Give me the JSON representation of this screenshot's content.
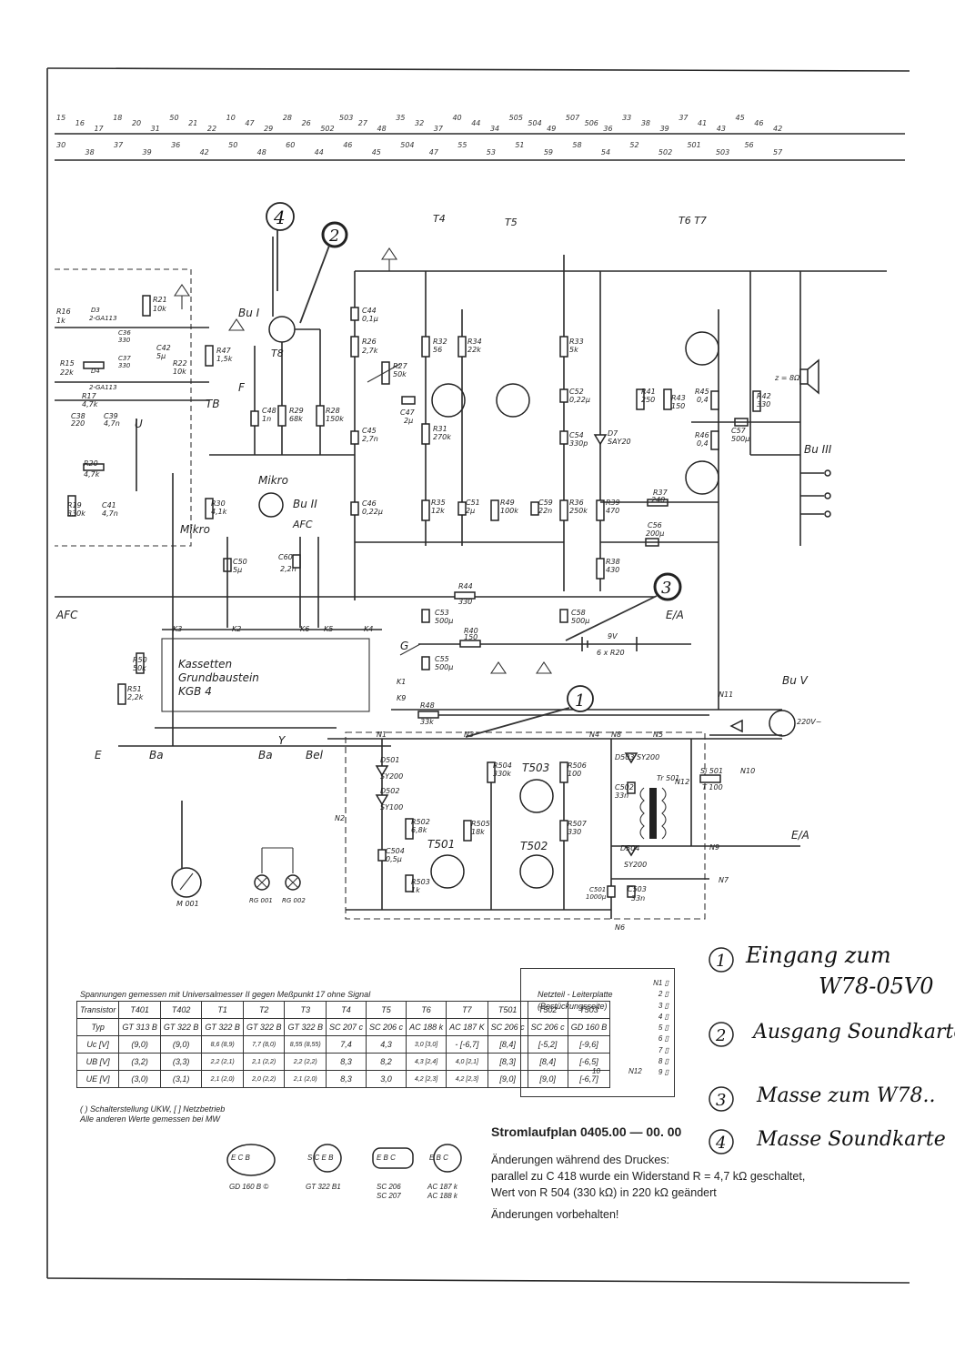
{
  "top_bus": {
    "upper": [
      "15",
      "16",
      "17",
      "18",
      "20",
      "31",
      "50",
      "21",
      "22",
      "10",
      "47",
      "29",
      "28",
      "26",
      "502",
      "503",
      "27",
      "48",
      "35",
      "32",
      "37",
      "40",
      "44",
      "34",
      "505",
      "504",
      "49",
      "507",
      "506",
      "36",
      "33",
      "38",
      "39",
      "37",
      "41",
      "43",
      "45",
      "46",
      "42"
    ],
    "lower": [
      "30",
      "38",
      "37",
      "39",
      "36",
      "42",
      "50",
      "48",
      "60",
      "44",
      "46",
      "45",
      "504",
      "47",
      "55",
      "53",
      "51",
      "59",
      "58",
      "54",
      "52",
      "502",
      "501",
      "503",
      "56",
      "57"
    ]
  },
  "labels": {
    "bu1": "Bu I",
    "bu2": "Bu II",
    "bu3": "Bu III",
    "bu5": "Bu V",
    "t4": "T4",
    "t5": "T5",
    "t6t7": "T6 T7",
    "t8": "T8",
    "tb": "TB",
    "mikro": "Mikro",
    "mikro2": "Mikro",
    "afc": "AFC",
    "afc2": "AFC",
    "ea": "E/A",
    "ea2": "E/A",
    "g": "G",
    "u": "U",
    "e": "E",
    "ba": "Ba",
    "ba2": "Ba",
    "bel": "Bel",
    "f": "F",
    "y": "Y",
    "kgb": [
      "Kassetten",
      "Grundbaustein",
      "KGB 4"
    ],
    "t501": "T501",
    "t502": "T502",
    "t503": "T503",
    "tr501": "Tr 501",
    "si501": "Si 501",
    "si501v": "T 100",
    "v220": "220V~",
    "m001": "M 001",
    "rg001": "RG 001",
    "rg002": "RG 002",
    "speaker": "z = 8Ω",
    "battery": "9V",
    "battery2": "6 x R20",
    "k_labels": [
      "K3",
      "K2",
      "K6",
      "K5",
      "K4",
      "K1",
      "K9"
    ],
    "n_labels": [
      "N1",
      "N8",
      "N5",
      "N4",
      "N3",
      "N2",
      "N6",
      "N7",
      "N9",
      "N10",
      "N11",
      "N12"
    ]
  },
  "components": {
    "r21": [
      "R21",
      "10k"
    ],
    "r16": [
      "R16",
      "1k"
    ],
    "d3": [
      "D3",
      "2-GA113"
    ],
    "c36": [
      "C36",
      "330"
    ],
    "c37": [
      "C37",
      "330"
    ],
    "c42": [
      "C42",
      "5μ"
    ],
    "r22": [
      "R22",
      "10k"
    ],
    "r15": [
      "R15",
      "22k"
    ],
    "d4": [
      "D4",
      "2-GA113"
    ],
    "r17": [
      "R17",
      "4,7k"
    ],
    "c38": [
      "C38",
      "220"
    ],
    "c39": [
      "C39",
      "4,7n"
    ],
    "r20": [
      "R20",
      "4,7k"
    ],
    "r19": [
      "R19",
      "330k"
    ],
    "c41": [
      "C41",
      "4,7n"
    ],
    "r47": [
      "R47",
      "1,5k"
    ],
    "c48": [
      "C48",
      "1n"
    ],
    "r29": [
      "R29",
      "68k"
    ],
    "r28": [
      "R28",
      "150k"
    ],
    "c44": [
      "C44",
      "0,1μ"
    ],
    "r26": [
      "R26",
      "2,7k"
    ],
    "r27": [
      "R27",
      "50k"
    ],
    "c45": [
      "C45",
      "2,7n"
    ],
    "c47": [
      "C47",
      "2μ"
    ],
    "c46": [
      "C46",
      "0,22μ"
    ],
    "r32": [
      "R32",
      "56"
    ],
    "r34": [
      "R34",
      "22k"
    ],
    "r31": [
      "R31",
      "270k"
    ],
    "r33": [
      "R33",
      "5k"
    ],
    "c52": [
      "C52",
      "0,22μ"
    ],
    "c54": [
      "C54",
      "330p"
    ],
    "d7": [
      "D7",
      "SAY20"
    ],
    "r41": [
      "R41",
      "250"
    ],
    "r43": [
      "R43",
      "150"
    ],
    "r45": [
      "R45",
      "0,4"
    ],
    "r46": [
      "R46",
      "0,4"
    ],
    "c57": [
      "C57",
      "500μ"
    ],
    "r42": [
      "R42",
      "330"
    ],
    "r35": [
      "R35",
      "12k"
    ],
    "c51": [
      "C51",
      "2μ"
    ],
    "r49": [
      "R49",
      "100k"
    ],
    "c59": [
      "C59",
      "22n"
    ],
    "r36": [
      "R36",
      "250k"
    ],
    "r39": [
      "R39",
      "470"
    ],
    "r37": [
      "R37",
      "240"
    ],
    "c56": [
      "C56",
      "200μ"
    ],
    "r38": [
      "R38",
      "430"
    ],
    "r30": [
      "R30",
      "4,1k"
    ],
    "c50": [
      "C50",
      "5μ"
    ],
    "c60": [
      "C60",
      "2,2n"
    ],
    "r44": [
      "R44",
      "330"
    ],
    "c53": [
      "C53",
      "500μ"
    ],
    "c58": [
      "C58",
      "500μ"
    ],
    "r40": [
      "R40",
      "150"
    ],
    "c55": [
      "C55",
      "500μ"
    ],
    "r50": [
      "R50",
      "50k"
    ],
    "r51": [
      "R51",
      "2,2k"
    ],
    "r48": [
      "R48",
      "33k"
    ],
    "d501": [
      "D501",
      "SY200"
    ],
    "d502": [
      "D502",
      "SY100"
    ],
    "r504": [
      "R504",
      "330k"
    ],
    "r506": [
      "R506",
      "100"
    ],
    "d503": [
      "D503",
      "SY200"
    ],
    "c502": [
      "C502",
      "33n"
    ],
    "r502": [
      "R502",
      "6,8k"
    ],
    "r505": [
      "R505",
      "18k"
    ],
    "r507": [
      "R507",
      "330"
    ],
    "c504": [
      "C504",
      "0,5μ"
    ],
    "r503": [
      "R503",
      "1k"
    ],
    "d504": [
      "D504",
      "SY200"
    ],
    "c501": [
      "C501",
      "1000μ"
    ],
    "c503": [
      "C503",
      "33n"
    ]
  },
  "handwritten": {
    "circle_1": "1",
    "circle_2": "2",
    "circle_3": "3",
    "circle_4": "4",
    "notes": [
      {
        "num": "1",
        "text": "Eingang zum",
        "text2": "W78-05V0"
      },
      {
        "num": "2",
        "text": "Ausgang Soundkarte"
      },
      {
        "num": "3",
        "text": "Masse zum W78.."
      },
      {
        "num": "4",
        "text": "Masse Soundkarte"
      }
    ]
  },
  "voltage_table": {
    "caption": "Spannungen gemessen mit Universalmesser II gegen Meßpunkt 17 ohne Signal",
    "headers": [
      "Transistor",
      "T401",
      "T402",
      "T1",
      "T2",
      "T3",
      "T4",
      "T5",
      "T6",
      "T7",
      "T501",
      "T502",
      "T503"
    ],
    "rows": [
      [
        "Typ",
        "GT 313 B",
        "GT 322 B",
        "GT 322 B",
        "GT 322 B",
        "GT 322 B",
        "SC 207 c",
        "SC 206 c",
        "AC 188 k",
        "AC 187 K",
        "SC 206 c",
        "SC 206 c",
        "GD 160 B"
      ],
      [
        "Uc [V]",
        "(9,0)",
        "(9,0)",
        "8,6 (8,9)",
        "7,7 (8,0)",
        "8,55 (8,55)",
        "7,4",
        "4,3",
        "3,0 [3,0]",
        "- [-6,7]",
        "[8,4]",
        "[-5,2]",
        "[-9,6]"
      ],
      [
        "UB [V]",
        "(3,2)",
        "(3,3)",
        "2,2 (2,1)",
        "2,1 (2,2)",
        "2,2 (2,2)",
        "8,3",
        "8,2",
        "4,3 [2,4]",
        "4,0 [2,1]",
        "[8,3]",
        "[8,4]",
        "[-6,5]"
      ],
      [
        "UE [V]",
        "(3,0)",
        "(3,1)",
        "2,1 (2,0)",
        "2,0 (2,2)",
        "2,1 (2,0)",
        "8,3",
        "3,0",
        "4,2 [2,3]",
        "4,2 [2,3]",
        "[9,0]",
        "[9,0]",
        "[-6,7]"
      ]
    ],
    "footnote1": "( ) Schalterstellung UKW, [ ] Netzbetrieb",
    "footnote2": "Alle anderen Werte gemessen bei MW"
  },
  "netzteil": {
    "title1": "Netzteil - Leiterplatte",
    "title2": "(Bestückungsseite)",
    "pins": [
      "N1",
      "2",
      "3",
      "4",
      "5",
      "6",
      "7",
      "8",
      "9"
    ],
    "pin10": "10",
    "pin12": "N12"
  },
  "packages": [
    {
      "pins": "E C B",
      "name": "GD 160 B ©",
      "sub": ""
    },
    {
      "pins": "S C E B",
      "name": "GT 322 B1",
      "sub": ""
    },
    {
      "pins": "E B C",
      "name": "SC 206",
      "sub": "SC 207"
    },
    {
      "pins": "E B C",
      "name": "AC 187 k",
      "sub": "AC 188 k"
    }
  ],
  "stromlaufplan": {
    "title": "Stromlaufplan 0405.00 — 00. 00",
    "line1": "Änderungen während des Druckes:",
    "line2": "parallel zu C 418 wurde ein Widerstand R = 4,7 kΩ geschaltet,",
    "line3": "Wert von R 504 (330 kΩ) in 220 kΩ geändert",
    "line4": "Änderungen vorbehalten!"
  }
}
